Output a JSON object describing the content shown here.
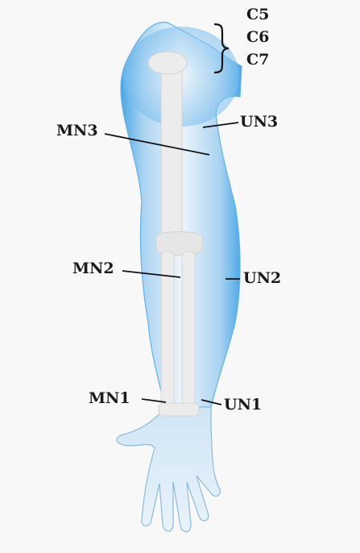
{
  "spinal_levels": [
    "C5",
    "C6",
    "C7"
  ],
  "labels": {
    "mn3": "MN3",
    "un3": "UN3",
    "mn2": "MN2",
    "un2": "UN2",
    "mn1": "MN1",
    "un1": "UN1"
  },
  "colors": {
    "skin_blue": "#4aa6e6",
    "skin_light": "#dcecf7",
    "bone": "#ececec",
    "text": "#1a1a1a"
  }
}
